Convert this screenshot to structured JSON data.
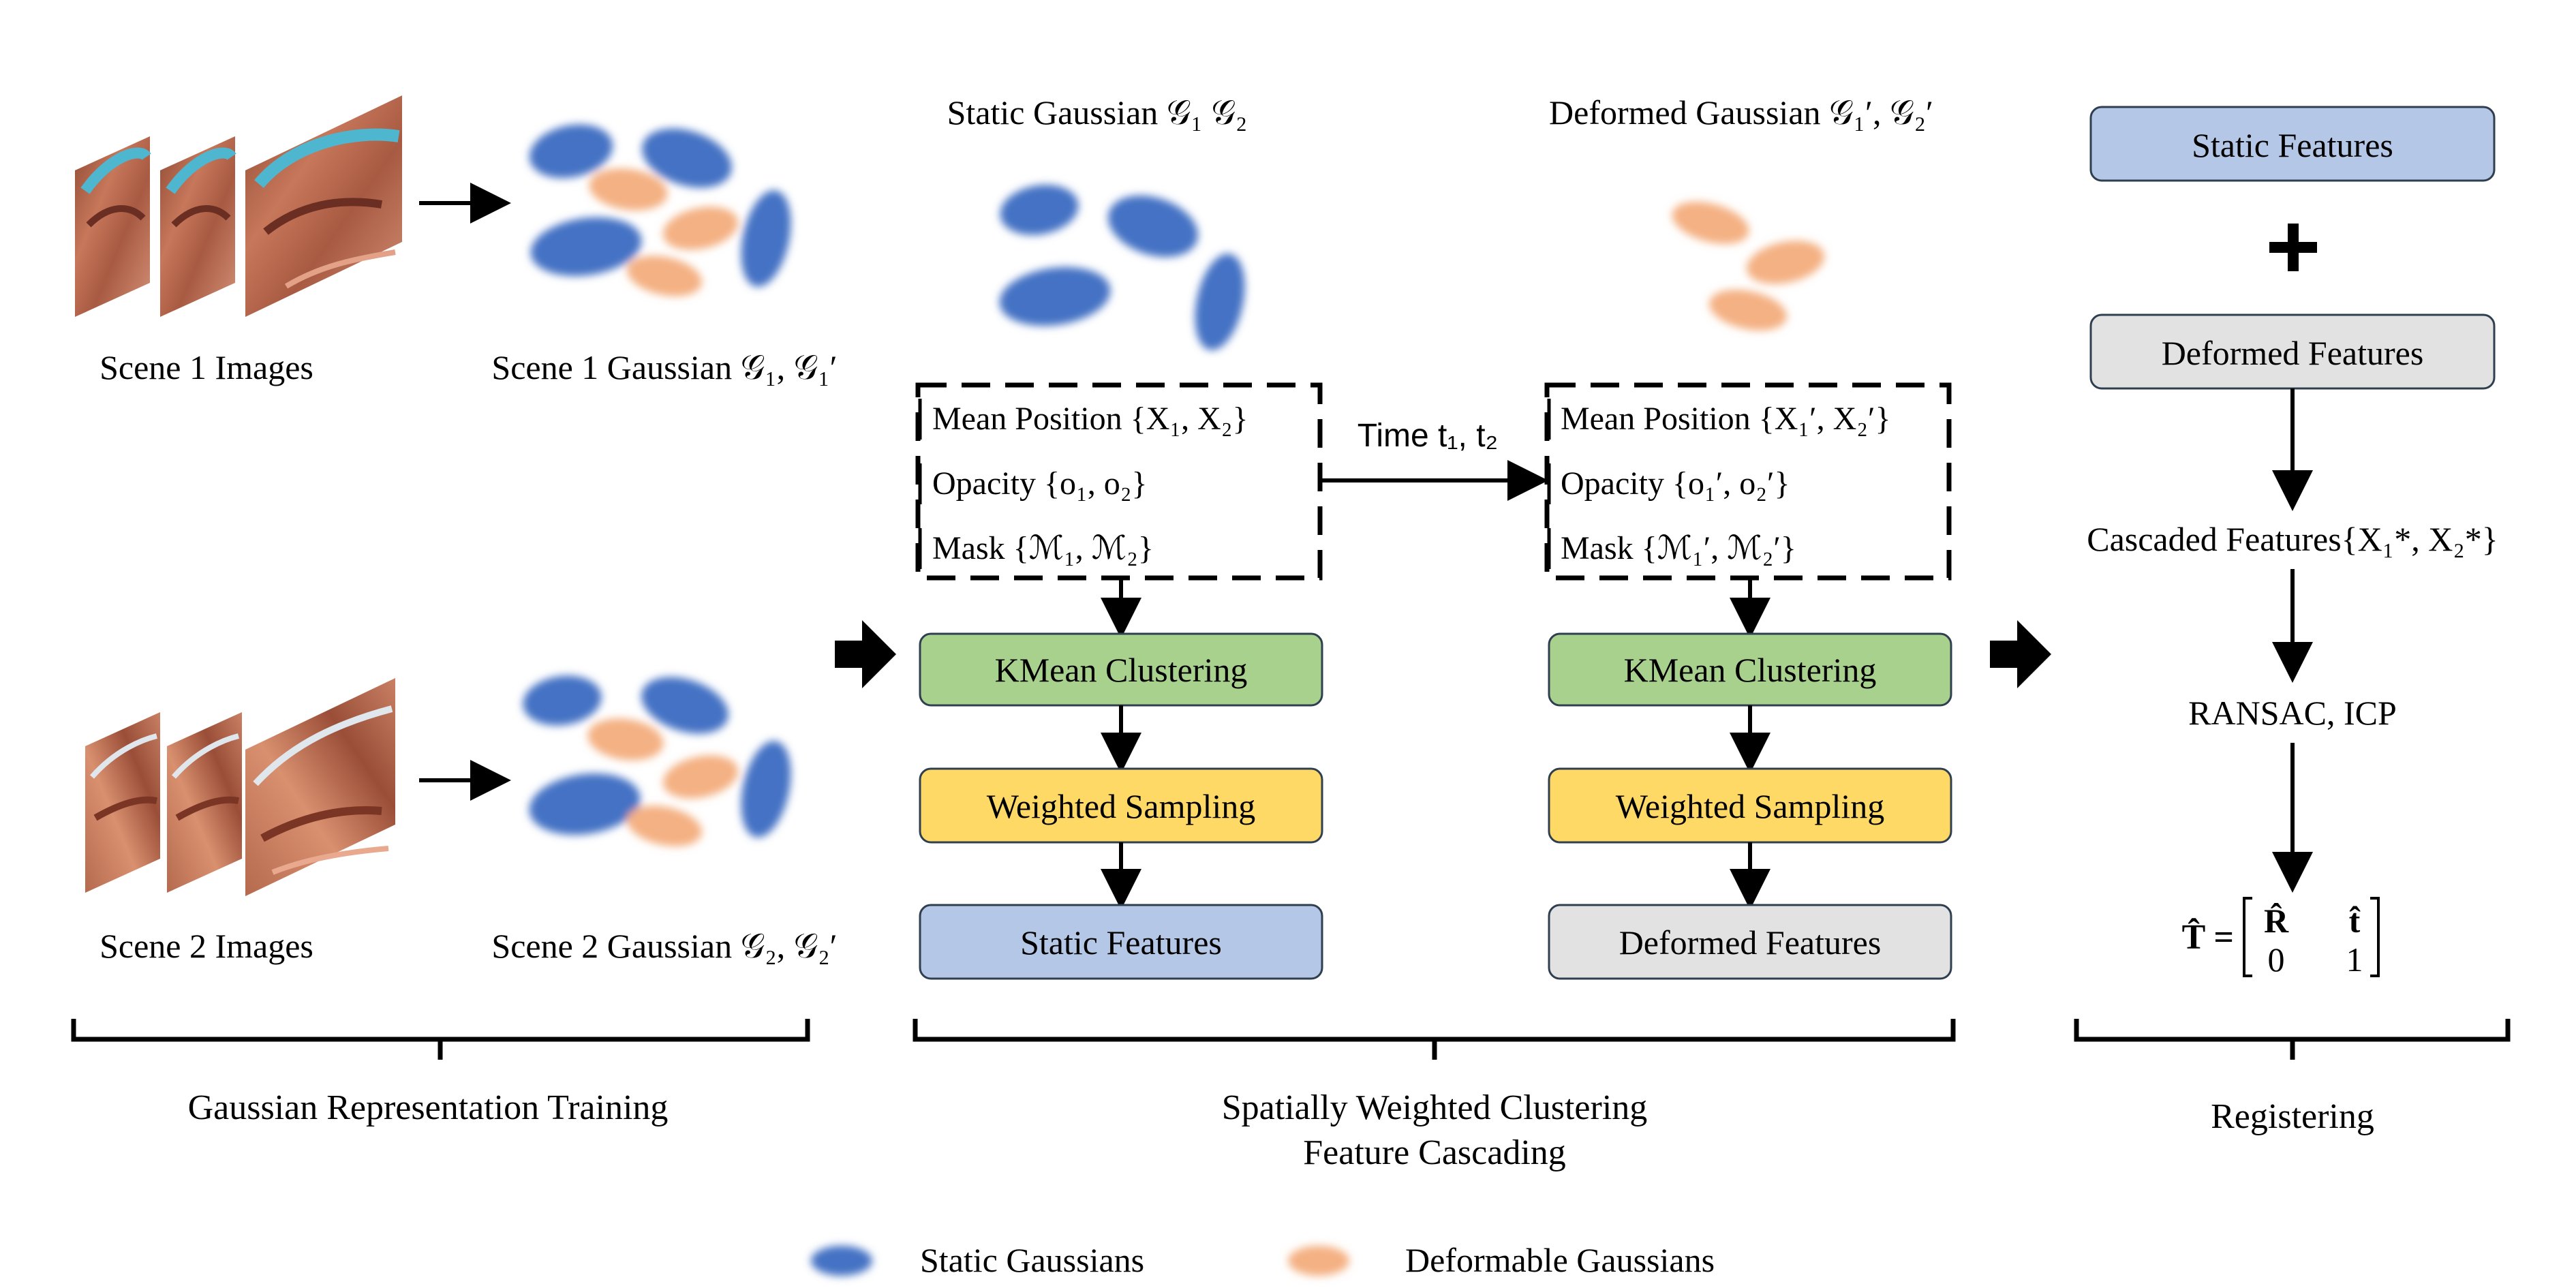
{
  "left": {
    "scene1_label": "Scene 1 Images",
    "scene1_gauss_label": "Scene 1 Gaussian 𝒢₁, 𝒢₁′",
    "scene2_label": "Scene 2 Images",
    "scene2_gauss_label": "Scene 2 Gaussian 𝒢₂, 𝒢₂′",
    "section_title": "Gaussian Representation Training"
  },
  "middle": {
    "static_title": "Static Gaussian 𝒢₁ 𝒢₂",
    "deformed_title": "Deformed Gaussian 𝒢₁′, 𝒢₂′",
    "static_attrs": [
      "Mean Position {X₁, X₂}",
      "Opacity {o₁, o₂}",
      "Mask {ℳ₁, ℳ₂}"
    ],
    "deformed_attrs": [
      "Mean Position {X₁′, X₂′}",
      "Opacity {o₁′, o₂′}",
      "Mask {ℳ₁′, ℳ₂′}"
    ],
    "time_label": "Time t₁, t₂",
    "kmeans_label": "KMean Clustering",
    "sampling_label": "Weighted Sampling",
    "static_features_label": "Static Features",
    "deformed_features_label": "Deformed Features",
    "section_title_line1": "Spatially Weighted Clustering",
    "section_title_line2": "Feature Cascading"
  },
  "right": {
    "static_features_label": "Static Features",
    "plus": "+",
    "deformed_features_label": "Deformed Features",
    "cascaded_label": "Cascaded Features{X₁*, X₂*}",
    "ransac_label": "RANSAC, ICP",
    "formula_lhs": "T̂ =",
    "matrix_r": "R̂",
    "matrix_t": "t̂",
    "matrix_zero": "0",
    "matrix_one": "1",
    "section_title": "Registering"
  },
  "legend": {
    "static": "Static Gaussians",
    "deformable": "Deformable Gaussians"
  },
  "colors": {
    "static_gaussian": "#4472c4",
    "deformable_gaussian": "#f4b183",
    "kmeans_fill": "#a9d18e",
    "sampling_fill": "#ffd966",
    "static_feat_fill": "#b4c7e7",
    "deformed_feat_fill": "#e2e2e2"
  }
}
